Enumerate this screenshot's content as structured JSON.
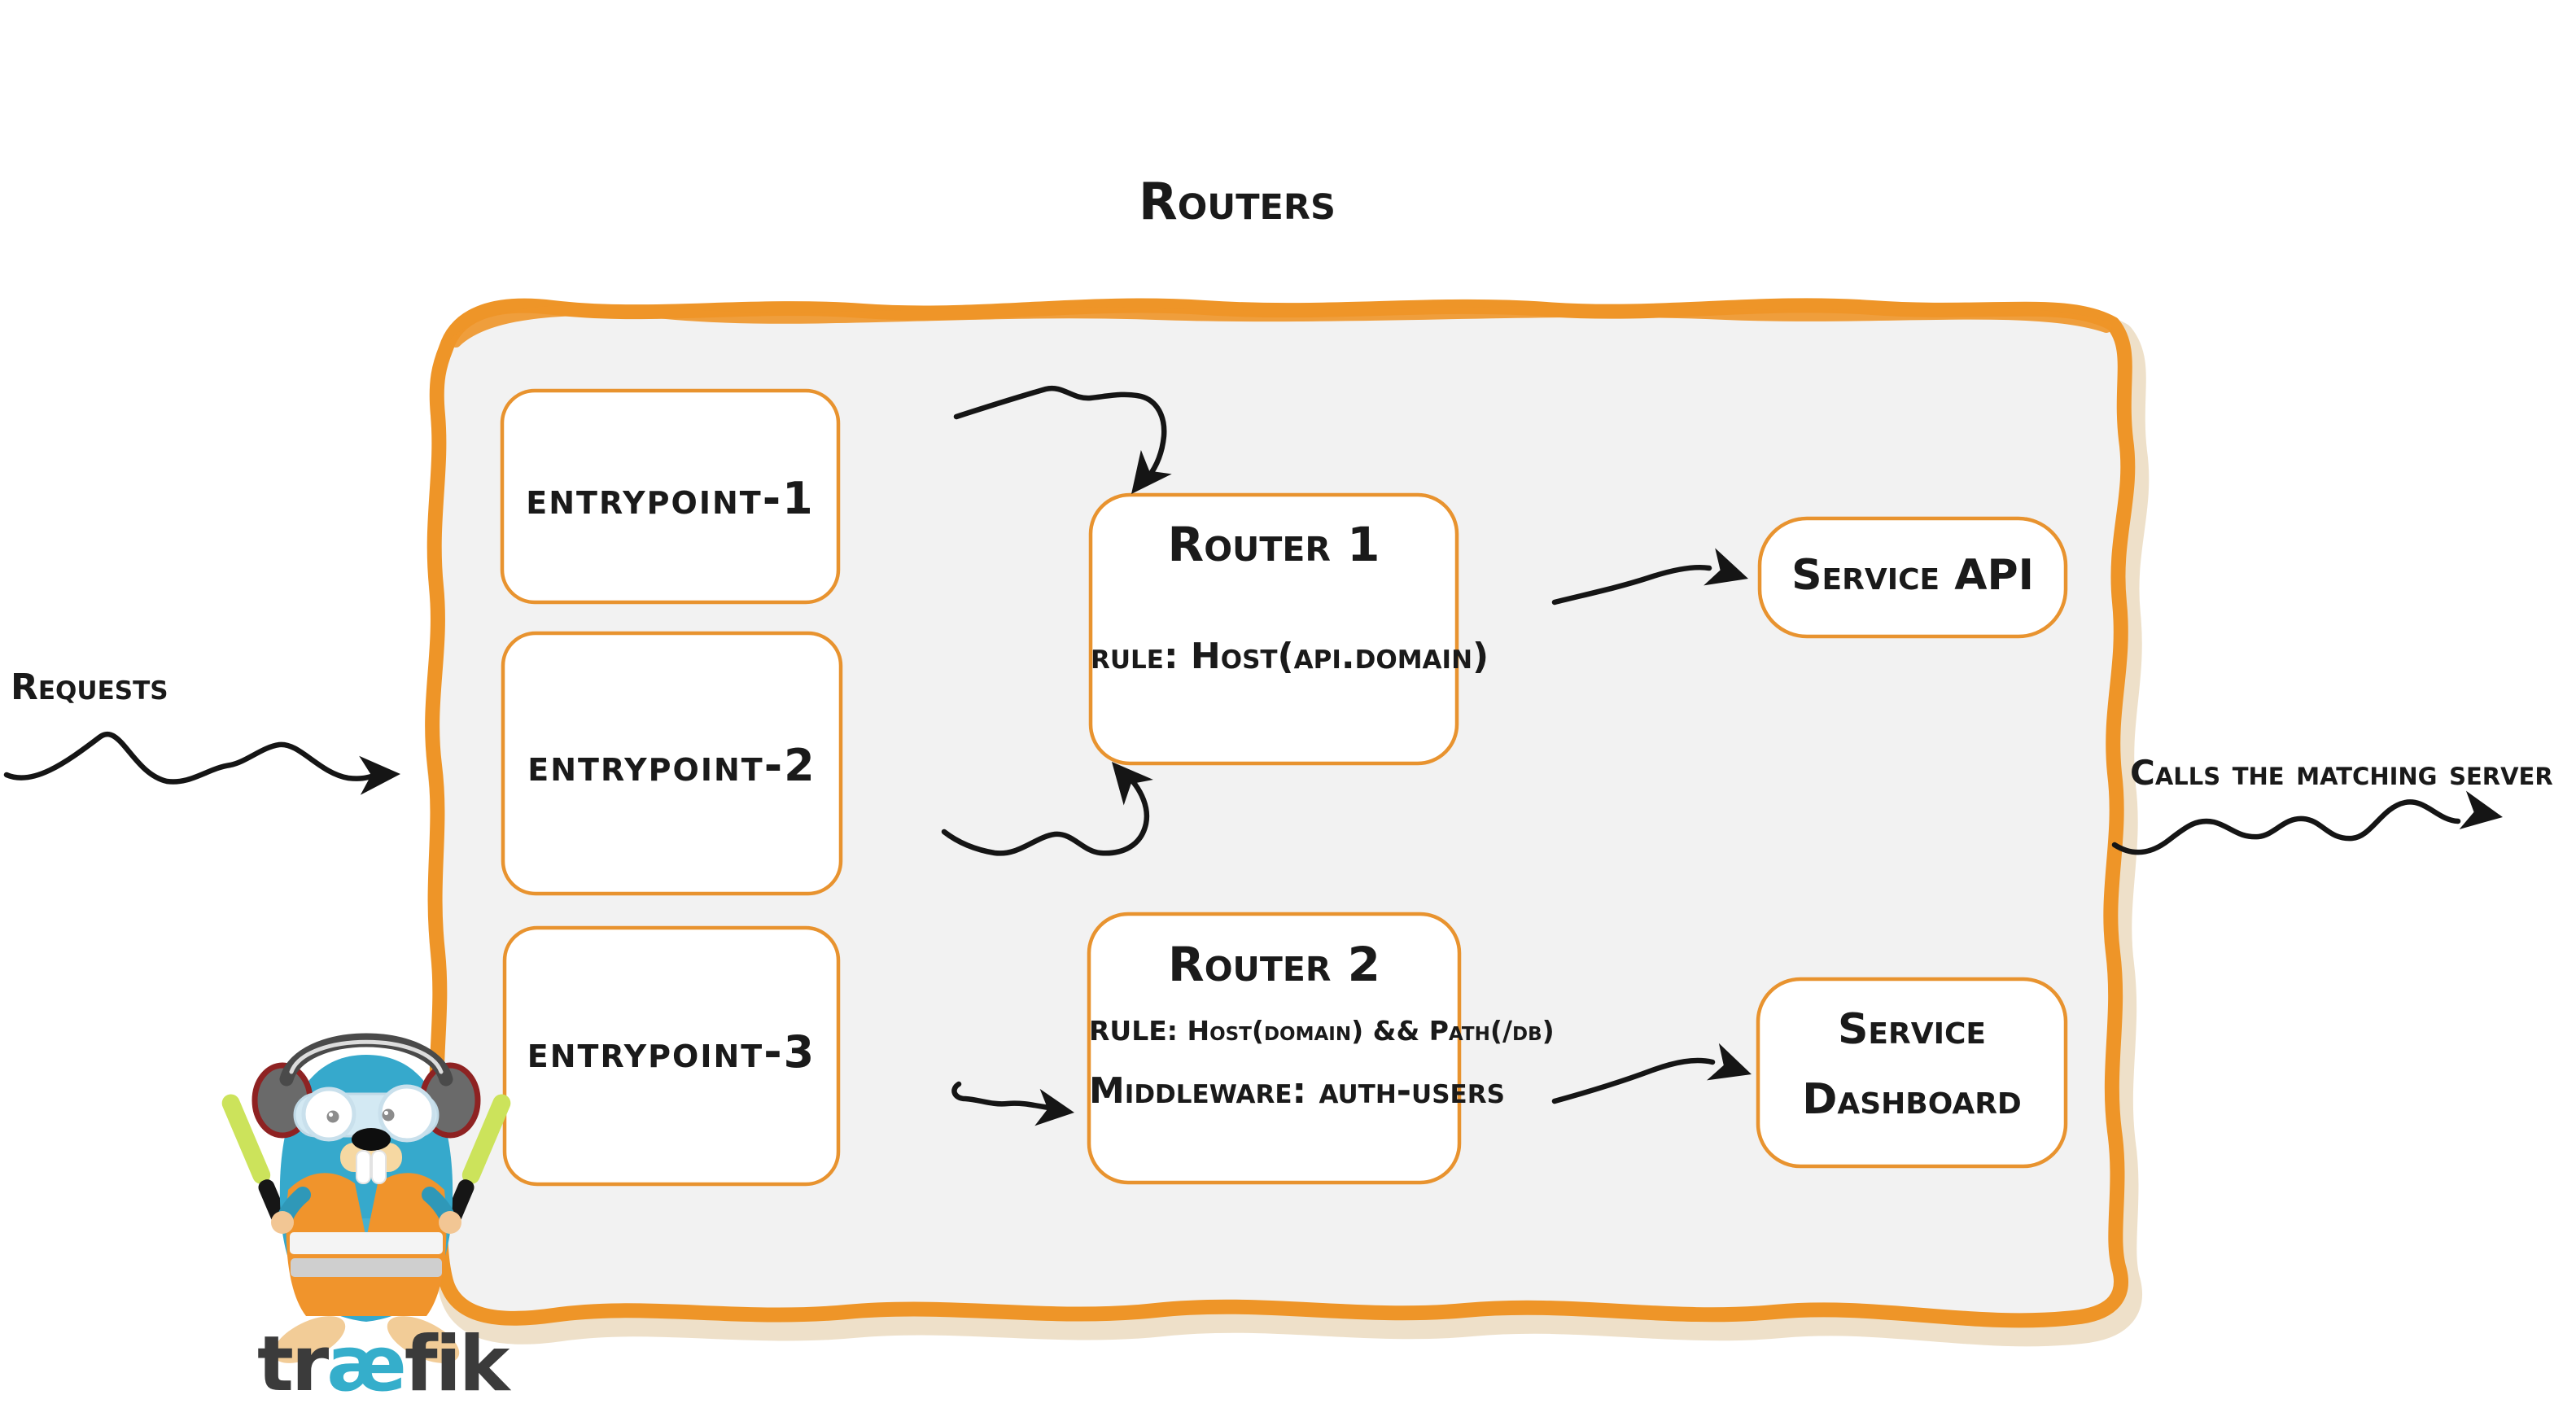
{
  "diagram": {
    "title": "Routers",
    "outside_labels": {
      "requests": "Requests",
      "calls_matching_server": "Calls the matching server"
    },
    "entrypoints": [
      "entrypoint-1",
      "entrypoint-2",
      "entrypoint-3"
    ],
    "routers": [
      {
        "name": "Router 1",
        "rule": "rule: Host(api.domain)"
      },
      {
        "name": "Router 2",
        "rule": "RULE: Host(domain) && Path(/db)",
        "middleware": "Middleware: auth-users"
      }
    ],
    "services": [
      {
        "lines": [
          "Service API"
        ]
      },
      {
        "lines": [
          "Service",
          "Dashboard"
        ]
      }
    ],
    "logo": {
      "wordmark_left": "tr",
      "wordmark_mid": "æ",
      "wordmark_right": "fik",
      "mascot": "traefik-gopher"
    },
    "colors": {
      "panel_border_orange": "#EE9528",
      "box_stroke_orange": "#E8932F",
      "panel_fill_gray": "#F2F2F2",
      "ink_black": "#1A1A1A",
      "logo_teal": "#35AECB",
      "logo_dark_gray": "#3B3B3B",
      "gopher_body_teal": "#36A9CC",
      "vest_orange": "#F0942C",
      "baton_green": "#CCE35B"
    }
  }
}
